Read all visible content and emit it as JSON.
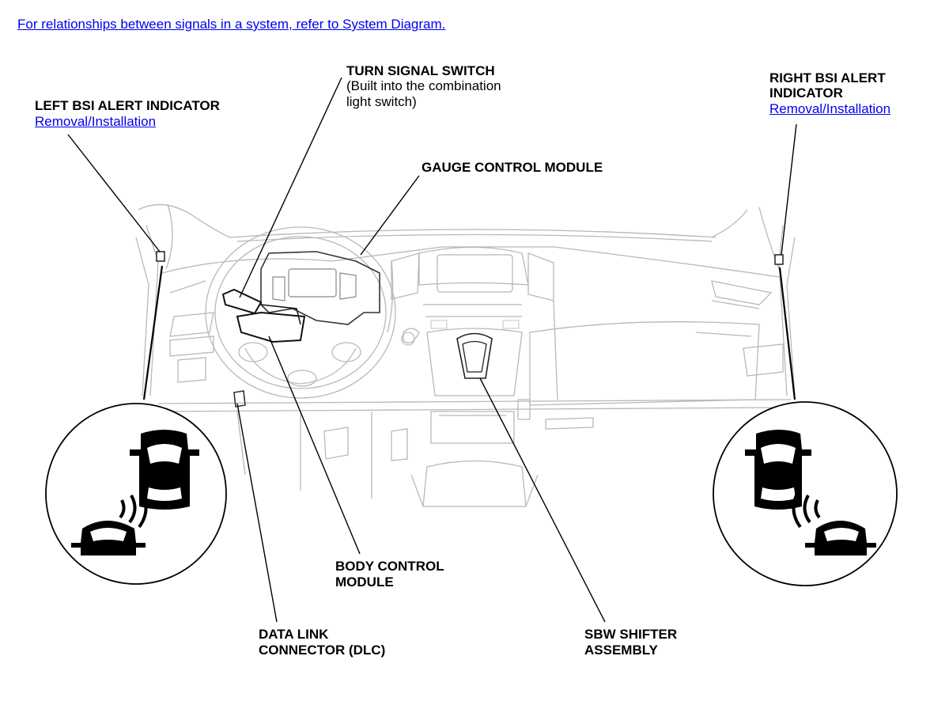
{
  "header": {
    "system_diagram_link": "For relationships between signals in a system, refer to System Diagram."
  },
  "labels": {
    "left_bsi": {
      "title": "LEFT BSI ALERT INDICATOR",
      "link": "Removal/Installation"
    },
    "turn_signal": {
      "title": "TURN SIGNAL SWITCH",
      "note_line1": "(Built into the combination",
      "note_line2": "light switch)"
    },
    "right_bsi": {
      "title_line1": "RIGHT BSI ALERT",
      "title_line2": "INDICATOR",
      "link": "Removal/Installation"
    },
    "gauge": {
      "title": "GAUGE CONTROL MODULE"
    },
    "body_control": {
      "line1": "BODY CONTROL",
      "line2": "MODULE"
    },
    "dlc": {
      "line1": "DATA LINK",
      "line2": "CONNECTOR (DLC)"
    },
    "sbw": {
      "line1": "SBW SHIFTER",
      "line2": "ASSEMBLY"
    }
  }
}
